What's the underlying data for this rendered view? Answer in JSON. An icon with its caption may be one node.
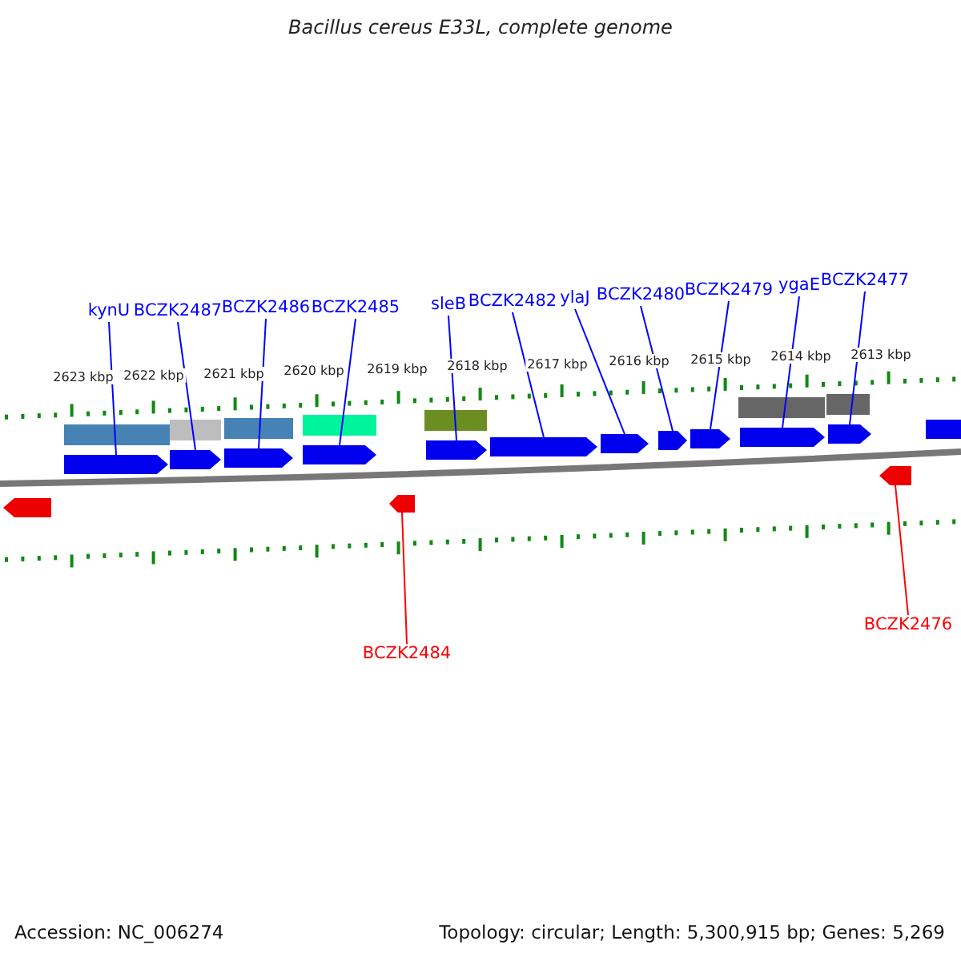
{
  "diagram": {
    "title": "Bacillus cereus E33L, complete genome",
    "nodes": [
      {
        "text": [
          "kynU"
        ]
      },
      {
        "text": [
          "BCZK2487"
        ]
      },
      {
        "text": [
          "BCZK2486"
        ]
      },
      {
        "text": [
          "BCZK2485"
        ]
      },
      {
        "text": [
          "sleB"
        ]
      },
      {
        "text": [
          "BCZK2482"
        ]
      },
      {
        "text": [
          "ylaJ"
        ]
      },
      {
        "text": [
          "BCZK2480"
        ]
      },
      {
        "text": [
          "BCZK2479"
        ]
      },
      {
        "text": [
          "ygaE"
        ]
      },
      {
        "text": [
          "BCZK2477"
        ]
      },
      {
        "text": [],
        "shape": "arrow"
      },
      {
        "text": [],
        "shape": "arrow"
      },
      {
        "text": [],
        "shape": "arrow"
      },
      {
        "text": [],
        "shape": "arrow"
      },
      {
        "text": [],
        "shape": "arrow"
      },
      {
        "text": [],
        "shape": "arrow"
      },
      {
        "text": [],
        "shape": "arrow"
      },
      {
        "text": [],
        "shape": "arrow"
      },
      {
        "text": [],
        "shape": "arrow"
      },
      {
        "text": [],
        "shape": "arrow"
      },
      {
        "text": [],
        "shape": "arrow"
      },
      {
        "text": [],
        "shape": "arrow"
      },
      {
        "text": [],
        "shape": "arrow"
      },
      {
        "text": [],
        "shape": "arrow"
      },
      {
        "text": [],
        "shape": "arrow"
      },
      {
        "text": [
          "BCZK2484"
        ]
      },
      {
        "text": [
          "BCZK2476"
        ]
      }
    ],
    "edges": [
      {
        "from": 0,
        "to": 11,
        "arrow": "none"
      },
      {
        "from": 1,
        "to": 12,
        "arrow": "none"
      },
      {
        "from": 2,
        "to": 13,
        "arrow": "none"
      },
      {
        "from": 3,
        "to": 14,
        "arrow": "none"
      },
      {
        "from": 4,
        "to": 15,
        "arrow": "none"
      },
      {
        "from": 5,
        "to": 16,
        "arrow": "none"
      },
      {
        "from": 6,
        "to": 17,
        "arrow": "none"
      },
      {
        "from": 7,
        "to": 18,
        "arrow": "none"
      },
      {
        "from": 8,
        "to": 19,
        "arrow": "none"
      },
      {
        "from": 9,
        "to": 20,
        "arrow": "none"
      },
      {
        "from": 10,
        "to": 21,
        "arrow": "none"
      },
      {
        "from": 26,
        "to": 24,
        "arrow": "none",
        "color": "#ff0000"
      },
      {
        "from": 27,
        "to": 25,
        "arrow": "none",
        "color": "#ff0000"
      }
    ],
    "labels": [
      "2623 kbp",
      "2622 kbp",
      "2621 kbp",
      "2620 kbp",
      "2619 kbp",
      "2618 kbp",
      "2617 kbp",
      "2616 kbp",
      "2615 kbp",
      "2614 kbp",
      "2613 kbp",
      "Accession: NC_006274",
      "Topology: circular; Length: 5,300,915 bp; Genes: 5,269"
    ]
  }
}
